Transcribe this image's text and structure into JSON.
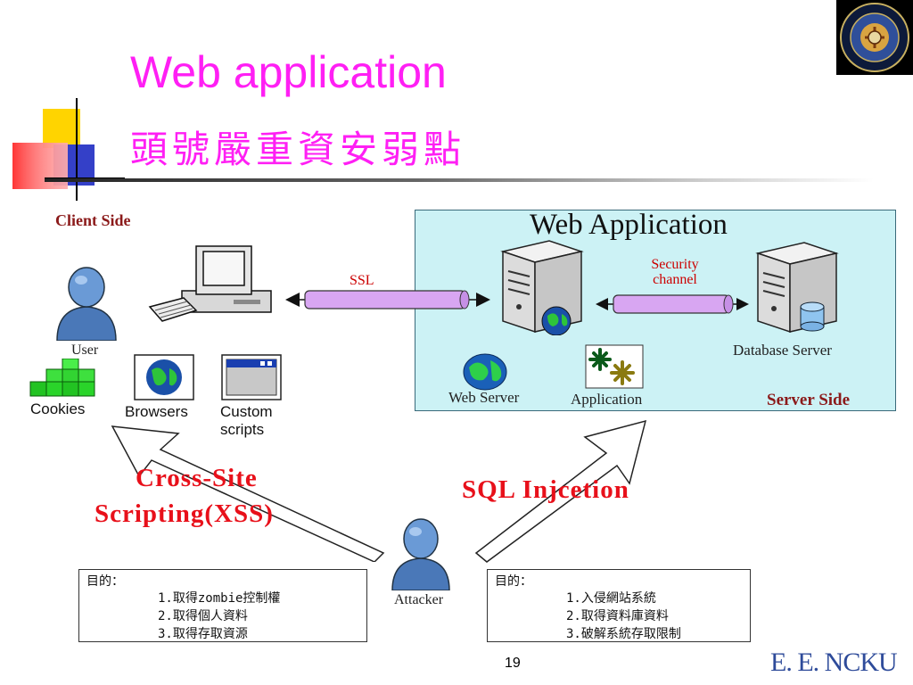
{
  "slide": {
    "title_en": "Web application",
    "title_zh": "頭號嚴重資安弱點",
    "page_number": "19",
    "footer_brand": "E. E. NCKU"
  },
  "diagram": {
    "client_side_label": "Client Side",
    "server_side_label": "Server Side",
    "web_application_label": "Web Application",
    "user_label": "User",
    "cookies_label": "Cookies",
    "browsers_label": "Browsers",
    "custom_scripts_label": "Custom scripts",
    "ssl_label": "SSL",
    "security_channel_label": "Security channel",
    "database_server_label": "Database Server",
    "web_server_label": "Web Server",
    "application_label": "Application",
    "attacker_label": "Attacker",
    "xss_label_line1": "Cross-Site",
    "xss_label_line2": "Scripting(XSS)",
    "sqli_label": "SQL Injcetion"
  },
  "goals_xss": {
    "header": "目的：",
    "items": [
      "1.取得zombie控制權",
      "2.取得個人資料",
      "3.取得存取資源"
    ]
  },
  "goals_sqli": {
    "header": "目的：",
    "items": [
      "1.入侵網站系統",
      "2.取得資料庫資料",
      "3.破解系統存取限制"
    ]
  },
  "colors": {
    "title": "#ff1ff4",
    "server_panel": "#ccf2f5",
    "attack_label": "#e8101a",
    "client_label": "#8b1a1a",
    "footer": "#2e4b9a"
  }
}
